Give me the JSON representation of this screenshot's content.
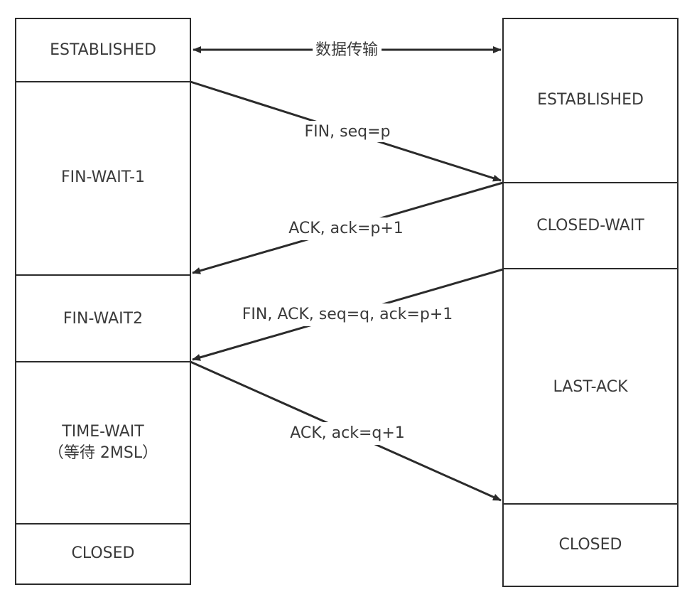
{
  "client": {
    "states": [
      {
        "id": "established",
        "label": "ESTABLISHED"
      },
      {
        "id": "fin-wait-1",
        "label": "FIN-WAIT-1"
      },
      {
        "id": "fin-wait-2",
        "label": "FIN-WAIT2"
      },
      {
        "id": "time-wait",
        "label": "TIME-WAIT",
        "label2": "（等待 2MSL）"
      },
      {
        "id": "closed",
        "label": "CLOSED"
      }
    ]
  },
  "server": {
    "states": [
      {
        "id": "established",
        "label": "ESTABLISHED"
      },
      {
        "id": "closed-wait",
        "label": "CLOSED-WAIT"
      },
      {
        "id": "last-ack",
        "label": "LAST-ACK"
      },
      {
        "id": "closed",
        "label": "CLOSED"
      }
    ]
  },
  "messages": [
    {
      "id": "data-transfer",
      "label": "数据传输",
      "direction": "both"
    },
    {
      "id": "fin",
      "label": "FIN, seq=p",
      "direction": "client-to-server"
    },
    {
      "id": "ack1",
      "label": "ACK, ack=p+1",
      "direction": "server-to-client"
    },
    {
      "id": "fin-ack",
      "label": "FIN, ACK, seq=q, ack=p+1",
      "direction": "server-to-client"
    },
    {
      "id": "ack2",
      "label": "ACK, ack=q+1",
      "direction": "client-to-server"
    }
  ]
}
